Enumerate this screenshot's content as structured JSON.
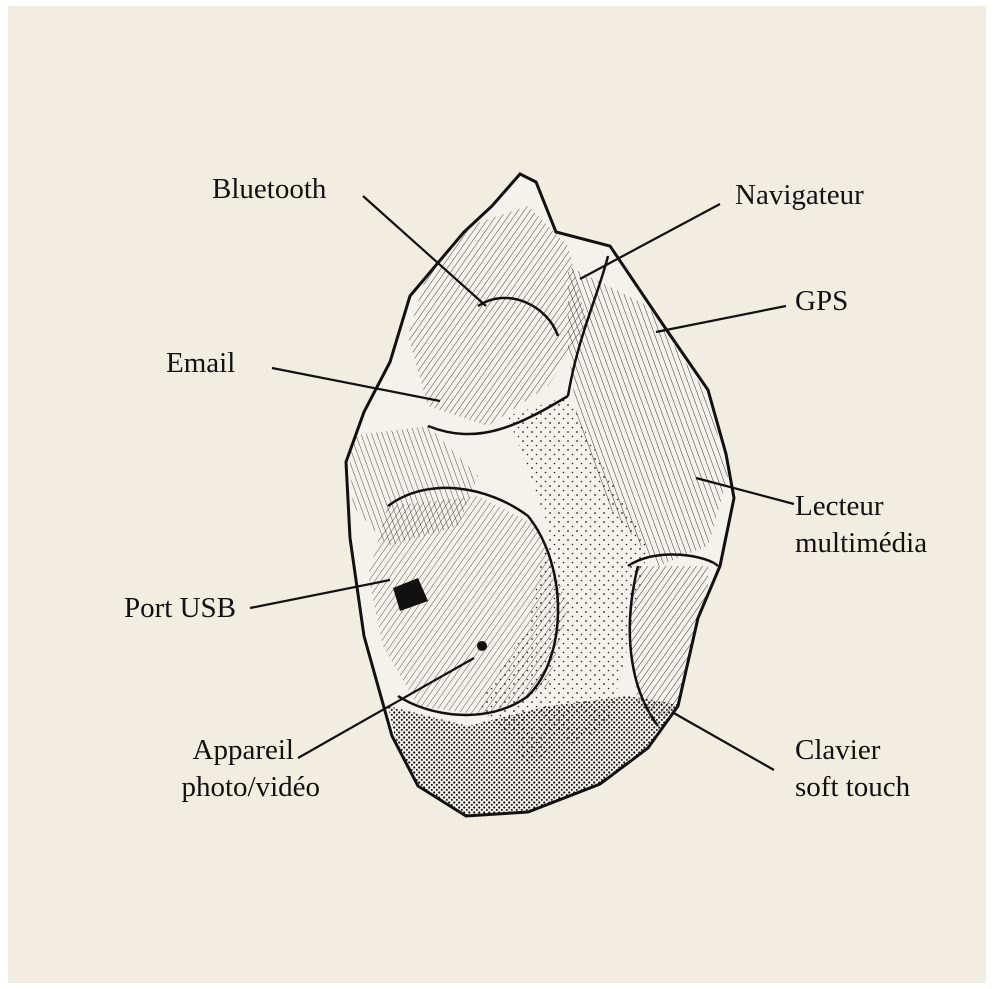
{
  "labels": {
    "bluetooth": "Bluetooth",
    "navigateur": "Navigateur",
    "gps": "GPS",
    "email": "Email",
    "lecteur_line1": "Lecteur",
    "lecteur_line2": "multimédia",
    "port_usb": "Port USB",
    "appareil_line1": "Appareil",
    "appareil_line2": "photo/vidéo",
    "clavier_line1": "Clavier",
    "clavier_line2": "soft touch"
  }
}
